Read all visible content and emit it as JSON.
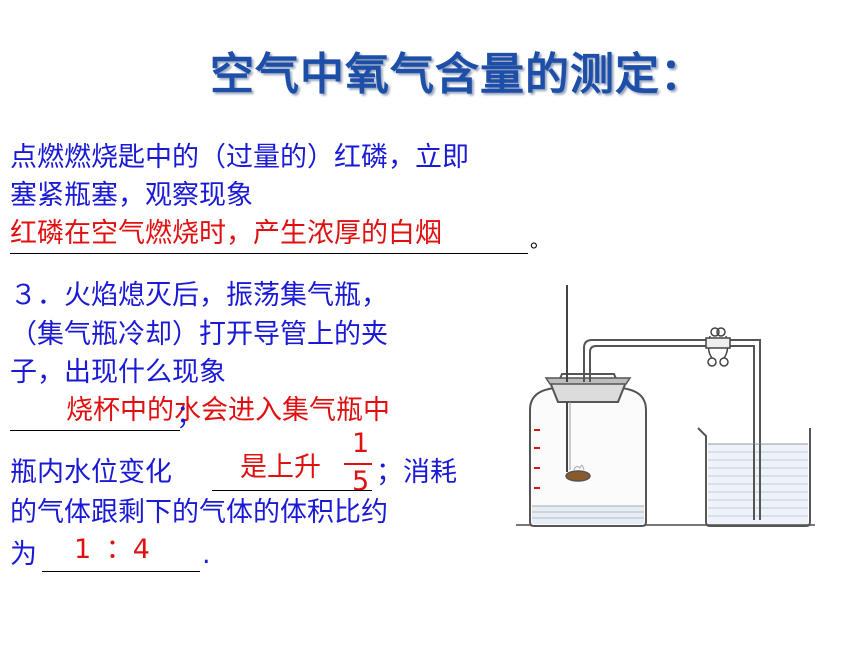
{
  "title": "空气中氧气含量的测定：",
  "step2": {
    "line1": "点燃燃烧匙中的（过量的）红磷，立即",
    "line2": "塞紧瓶塞，观察现象",
    "answer": "红磷在空气燃烧时，产生浓厚的白烟",
    "period": "。"
  },
  "step3": {
    "line1": "３．火焰熄灭后，振荡集气瓶，",
    "line2": "（集气瓶冷却）打开导管上的夹",
    "line3": "子，出现什么现象",
    "answer1": "烧杯中的水会进入集气瓶中",
    "comma": "；",
    "line4_prefix": "瓶内水位变化",
    "answer2": "是上升",
    "frac_num": "1",
    "frac_den": "5",
    "line4_suffix": "；消耗",
    "line5": "的气体跟剩下的气体的体积比约",
    "line6_prefix": "为",
    "answer3": "1 ：4",
    "period": "."
  }
}
